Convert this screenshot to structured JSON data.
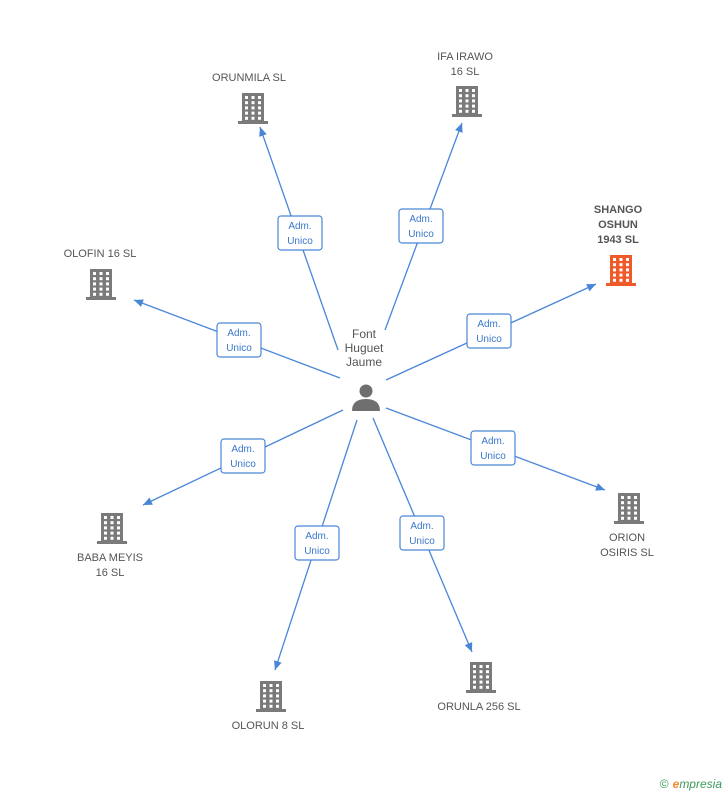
{
  "center": {
    "label_lines": [
      "Font",
      "Huguet",
      "Jaume"
    ],
    "icon": "person-icon"
  },
  "edges": [
    {
      "label_lines": [
        "Adm.",
        "Unico"
      ]
    },
    {
      "label_lines": [
        "Adm.",
        "Unico"
      ]
    },
    {
      "label_lines": [
        "Adm.",
        "Unico"
      ]
    },
    {
      "label_lines": [
        "Adm.",
        "Unico"
      ]
    },
    {
      "label_lines": [
        "Adm.",
        "Unico"
      ]
    },
    {
      "label_lines": [
        "Adm.",
        "Unico"
      ]
    },
    {
      "label_lines": [
        "Adm.",
        "Unico"
      ]
    },
    {
      "label_lines": [
        "Adm.",
        "Unico"
      ]
    },
    {
      "label_lines": [
        "Adm.",
        "Unico"
      ]
    }
  ],
  "companies": [
    {
      "label_lines": [
        "ORUNMILA SL"
      ],
      "highlight": false
    },
    {
      "label_lines": [
        "IFA IRAWO",
        "16 SL"
      ],
      "highlight": false
    },
    {
      "label_lines": [
        "SHANGO",
        "OSHUN",
        "1943 SL"
      ],
      "highlight": true
    },
    {
      "label_lines": [
        "OLOFIN 16 SL"
      ],
      "highlight": false
    },
    {
      "label_lines": [
        "ORION",
        "OSIRIS SL"
      ],
      "highlight": false
    },
    {
      "label_lines": [
        "BABA MEYIS",
        "16 SL"
      ],
      "highlight": false
    },
    {
      "label_lines": [
        "OLORUN 8 SL"
      ],
      "highlight": false
    },
    {
      "label_lines": [
        "ORUNLA 256 SL"
      ],
      "highlight": false
    }
  ],
  "colors": {
    "edge": "#4a86d8",
    "building": "#7a7a7a",
    "building_highlight": "#f05a28"
  },
  "footer": {
    "copyright": "©",
    "brand_initial": "e",
    "brand_rest": "mpresia"
  }
}
